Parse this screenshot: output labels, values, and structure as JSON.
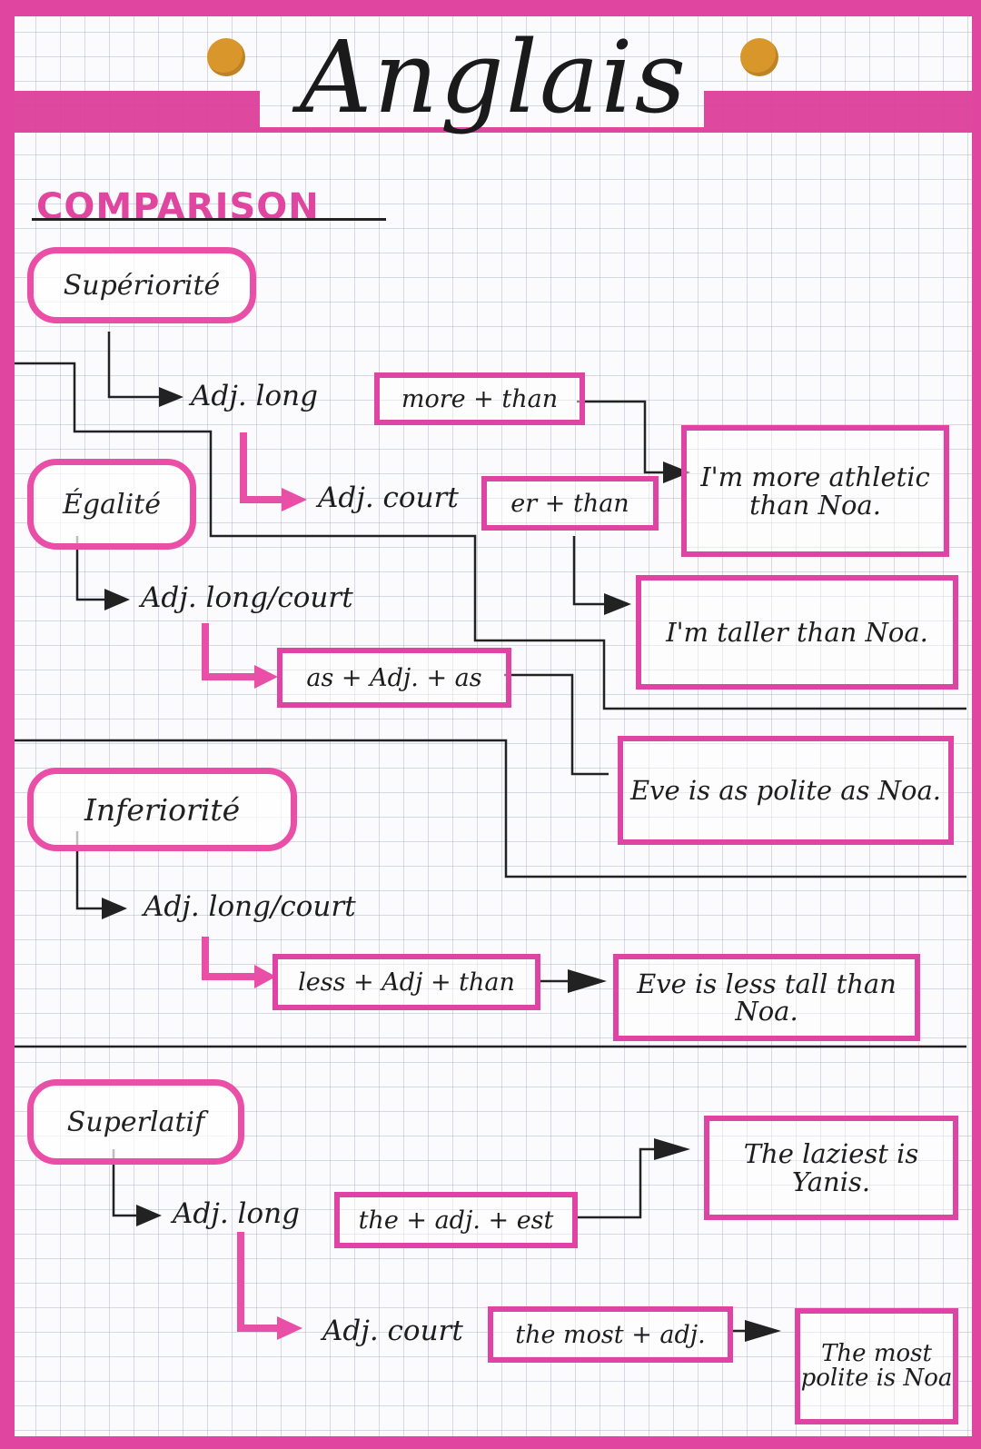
{
  "header": {
    "title": "Anglais"
  },
  "section_heading": "COMPARISON",
  "colors": {
    "accent": "#e0469f",
    "ink": "#1d1d1d",
    "hole": "#d9962a"
  },
  "superiority": {
    "label": "Supériorité",
    "long": {
      "label": "Adj. long",
      "rule": "more + than",
      "example": "I'm more athletic than Noa."
    },
    "short": {
      "label": "Adj. court",
      "rule": "er + than",
      "example": "I'm taller than Noa."
    }
  },
  "equality": {
    "label": "Égalité",
    "adj": "Adj. long/court",
    "rule": "as + Adj. + as",
    "example": "Eve is as polite as Noa."
  },
  "inferiority": {
    "label": "Inferiorité",
    "adj": "Adj. long/court",
    "rule": "less + Adj + than",
    "example": "Eve is less tall than Noa."
  },
  "superlative": {
    "label": "Superlatif",
    "long": {
      "label": "Adj. long",
      "rule": "the + adj. + est",
      "example": "The laziest is Yanis."
    },
    "short": {
      "label": "Adj. court",
      "rule": "the most + adj.",
      "example": "The most polite is Noa"
    }
  }
}
